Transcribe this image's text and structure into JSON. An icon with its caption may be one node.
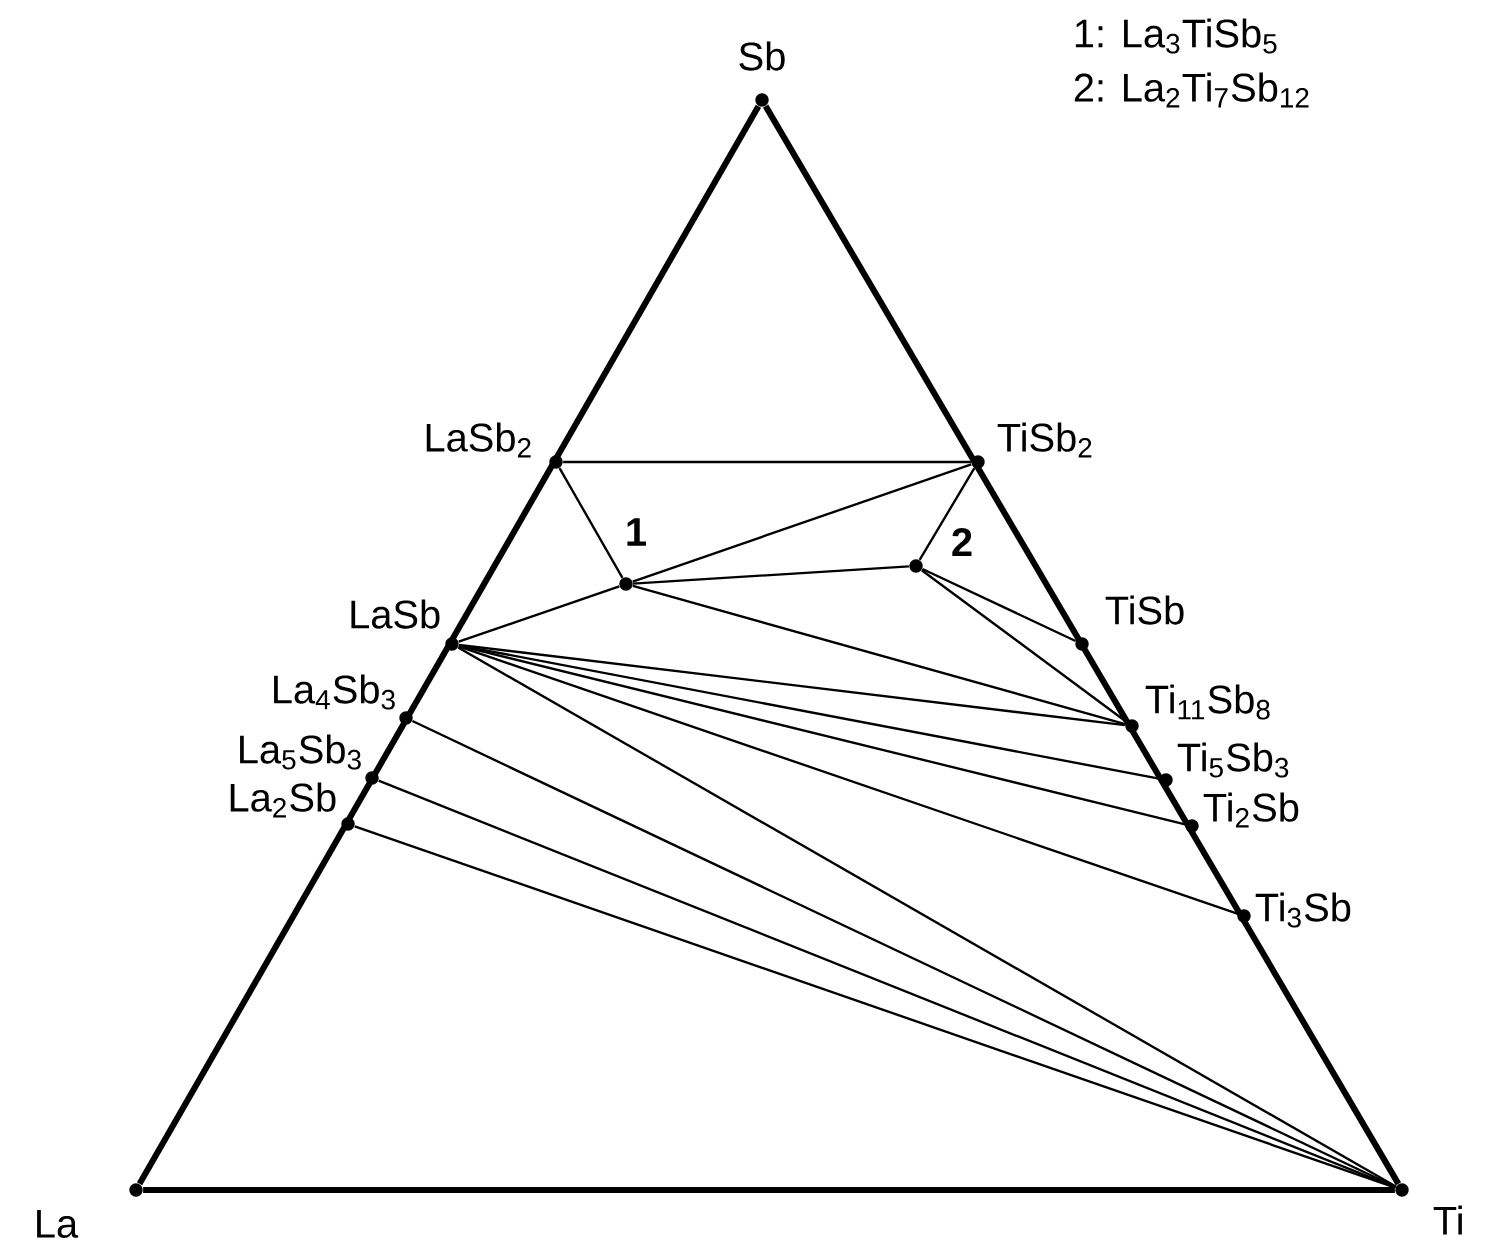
{
  "diagram": {
    "nodes": [
      {
        "text": [],
        "shape": "circle",
        "beside": [
          "Sb"
        ]
      },
      {
        "text": [],
        "shape": "circle",
        "beside": [
          "LaSb$_{2}$"
        ]
      },
      {
        "text": [],
        "shape": "circle",
        "beside": [
          "TiSb$_{2}$"
        ]
      },
      {
        "text": [],
        "shape": "circle",
        "beside": [
          "1"
        ]
      },
      {
        "text": [],
        "shape": "circle",
        "beside": [
          "2"
        ]
      },
      {
        "text": [],
        "shape": "circle",
        "beside": [
          "LaSb"
        ]
      },
      {
        "text": [],
        "shape": "circle",
        "beside": [
          "TiSb"
        ]
      },
      {
        "text": [],
        "shape": "circle",
        "beside": [
          "Ti$_{11}$Sb$_{8}$"
        ]
      },
      {
        "text": [],
        "shape": "circle",
        "beside": [
          "La$_{4}$Sb$_{3}$"
        ]
      },
      {
        "text": [],
        "shape": "circle",
        "beside": [
          "La$_{5}$Sb$_{3}$"
        ]
      },
      {
        "text": [],
        "shape": "circle",
        "beside": [
          "Ti$_{5}$Sb$_{3}$"
        ]
      },
      {
        "text": [],
        "shape": "circle",
        "beside": [
          "La$_{2}$Sb"
        ]
      },
      {
        "text": [],
        "shape": "circle",
        "beside": [
          "Ti$_{2}$Sb"
        ]
      },
      {
        "text": [],
        "shape": "circle",
        "beside": [
          "Ti$_{3}$Sb"
        ]
      },
      {
        "text": [],
        "shape": "circle",
        "beside": [
          "La"
        ]
      },
      {
        "text": [],
        "shape": "circle",
        "beside": [
          "Ti"
        ]
      }
    ],
    "edges": [
      {
        "from": 0,
        "to": 14,
        "arrow": "none",
        "style": "thick"
      },
      {
        "from": 0,
        "to": 15,
        "arrow": "none",
        "style": "thick"
      },
      {
        "from": 14,
        "to": 15,
        "arrow": "none",
        "style": "thick"
      },
      {
        "from": 1,
        "to": 2,
        "arrow": "none"
      },
      {
        "from": 1,
        "to": 3,
        "arrow": "none"
      },
      {
        "from": 3,
        "to": 2,
        "arrow": "none"
      },
      {
        "from": 3,
        "to": 5,
        "arrow": "none"
      },
      {
        "from": 3,
        "to": 4,
        "arrow": "none"
      },
      {
        "from": 4,
        "to": 2,
        "arrow": "none"
      },
      {
        "from": 4,
        "to": 6,
        "arrow": "none"
      },
      {
        "from": 4,
        "to": 7,
        "arrow": "none"
      },
      {
        "from": 3,
        "to": 7,
        "arrow": "none"
      },
      {
        "from": 5,
        "to": 7,
        "arrow": "none"
      },
      {
        "from": 5,
        "to": 10,
        "arrow": "none"
      },
      {
        "from": 5,
        "to": 12,
        "arrow": "none"
      },
      {
        "from": 5,
        "to": 13,
        "arrow": "none"
      },
      {
        "from": 5,
        "to": 15,
        "arrow": "none"
      },
      {
        "from": 8,
        "to": 15,
        "arrow": "none"
      },
      {
        "from": 9,
        "to": 15,
        "arrow": "none"
      },
      {
        "from": 11,
        "to": 15,
        "arrow": "none"
      }
    ],
    "labels": [
      "1: La$_{3}$TiSb$_{5}$",
      "2: La$_{2}$Ti$_{7}$Sb$_{12}$"
    ]
  }
}
